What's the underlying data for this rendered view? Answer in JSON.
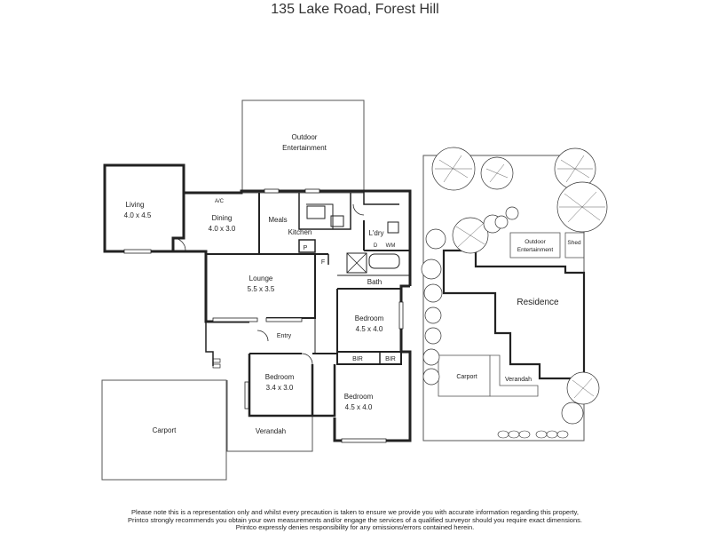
{
  "title": "135 Lake Road, Forest Hill",
  "floor_plan": {
    "rooms": {
      "outdoor": "Outdoor Entertainment",
      "living_name": "Living",
      "living_size": "4.0 x 4.5",
      "dining_name": "Dining",
      "dining_size": "4.0 x 3.0",
      "ac": "A/C",
      "meals": "Meals",
      "kitchen": "Kitchen",
      "laundry": "L'dry",
      "d": "D",
      "wm": "WM",
      "p": "P",
      "f": "F",
      "bath": "Bath",
      "lounge_name": "Lounge",
      "lounge_size": "5.5 x 3.5",
      "entry": "Entry",
      "bed1_name": "Bedroom",
      "bed1_size": "4.5 x 4.0",
      "bir": "BIR",
      "bed2_name": "Bedroom",
      "bed2_size": "3.4 x 3.0",
      "bed3_name": "Bedroom",
      "bed3_size": "4.5 x 4.0",
      "carport": "Carport",
      "verandah": "Verandah"
    }
  },
  "site_plan": {
    "outdoor": "Outdoor Entertainment",
    "shed": "Shed",
    "residence": "Residence",
    "carport": "Carport",
    "verandah": "Verandah"
  },
  "disclaimer": [
    "Please note this is a representation only and whilst every precaution is taken to ensure we provide you with accurate information regarding this property,",
    "Printco strongly recommends you obtain your own measurements and/or engage the services of a qualified surveyor should you require exact dimensions.",
    "Printco expressly denies responsibility for any omissions/errors contained herein."
  ]
}
